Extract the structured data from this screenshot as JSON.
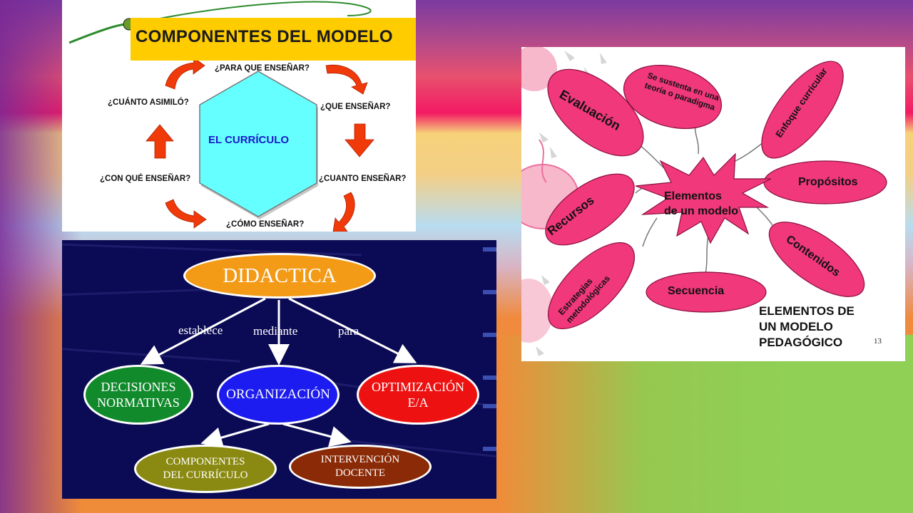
{
  "panel1": {
    "title": "COMPONENTES DEL MODELO",
    "center": "EL CURRÍCULO",
    "questions": {
      "para_que": "¿PARA QUE ENSEÑAR?",
      "que": "¿QUE ENSEÑAR?",
      "cuanto": "¿CUANTO ENSEÑAR?",
      "como": "¿CÓMO ENSEÑAR?",
      "con_que": "¿CON QUÉ ENSEÑAR?",
      "cuanto_asimilo": "¿CUÁNTO ASIMILÓ?"
    }
  },
  "panel2": {
    "root": "DIDACTICA",
    "connectors": {
      "establece": "establece",
      "mediante": "mediante",
      "para": "para"
    },
    "decisiones": [
      "DECISIONES",
      "NORMATIVAS"
    ],
    "organizacion": "ORGANIZACIÓN",
    "optimizacion": [
      "OPTIMIZACIÓN",
      "E/A"
    ],
    "componentes": [
      "COMPONENTES",
      "DEL CURRÍCULO"
    ],
    "intervencion": [
      "INTERVENCIÓN",
      "DOCENTE"
    ],
    "colors": {
      "root": "#f39a17",
      "decisiones": "#118a2c",
      "organizacion": "#1c1cf0",
      "optimizacion": "#ee1111",
      "componentes": "#8a8a12",
      "intervencion": "#8a2a06",
      "background": "#0a0a55"
    }
  },
  "panel3": {
    "center": [
      "Elementos",
      "de un modelo"
    ],
    "nodes": {
      "evaluacion": "Evaluación",
      "sustenta": [
        "Se sustenta en una",
        "teoría o paradigma"
      ],
      "enfoque": "Enfoque curricular",
      "propositos": "Propósitos",
      "contenidos": "Contenidos",
      "secuencia": "Secuencia",
      "estrategias": [
        "Estrategias",
        "metodológicas"
      ],
      "recursos": "Recursos"
    },
    "caption": [
      "ELEMENTOS DE",
      "UN MODELO",
      "PEDAGÓGICO"
    ],
    "page_number": "13",
    "colors": {
      "node": "#f0387a"
    }
  }
}
